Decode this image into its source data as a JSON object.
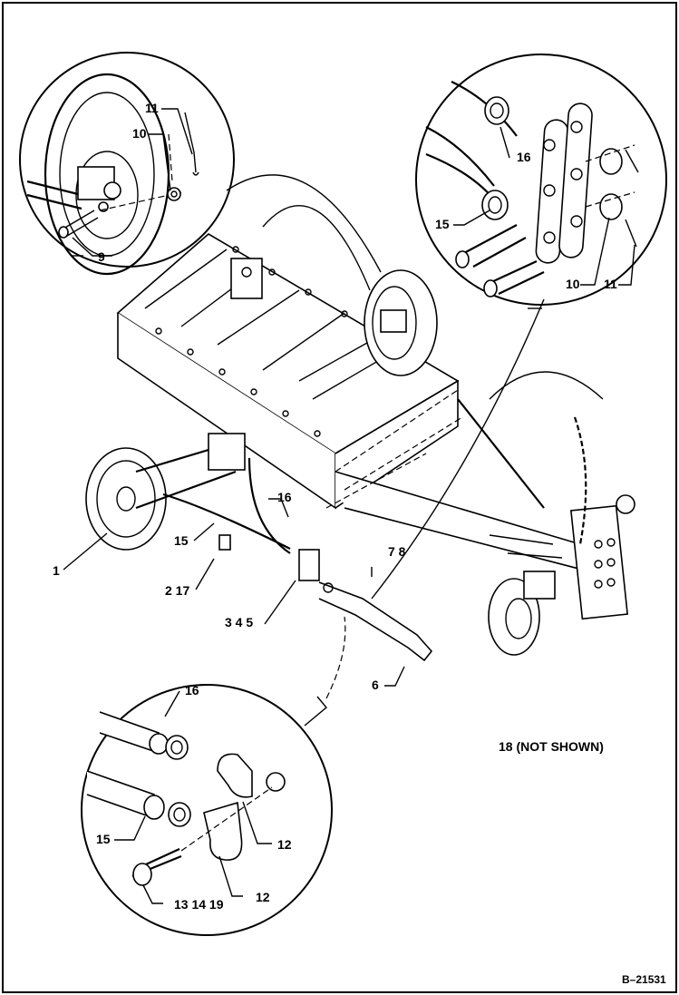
{
  "figure_ref": "B–21531",
  "note": "18 (NOT SHOWN)",
  "callouts": {
    "c1": "1",
    "c2_17": "2 17",
    "c3_4_5": "3 4 5",
    "c6": "6",
    "c7_8": "7 8",
    "c15_main": "15",
    "c16_main": "16",
    "ul_9": "9",
    "ul_10": "10",
    "ul_11": "11",
    "ur_15": "15",
    "ur_16": "16",
    "ur_10": "10",
    "ur_11": "11",
    "bl_16": "16",
    "bl_15": "15",
    "bl_12a": "12",
    "bl_12b": "12",
    "bl_13_14_19": "13 14 19"
  }
}
